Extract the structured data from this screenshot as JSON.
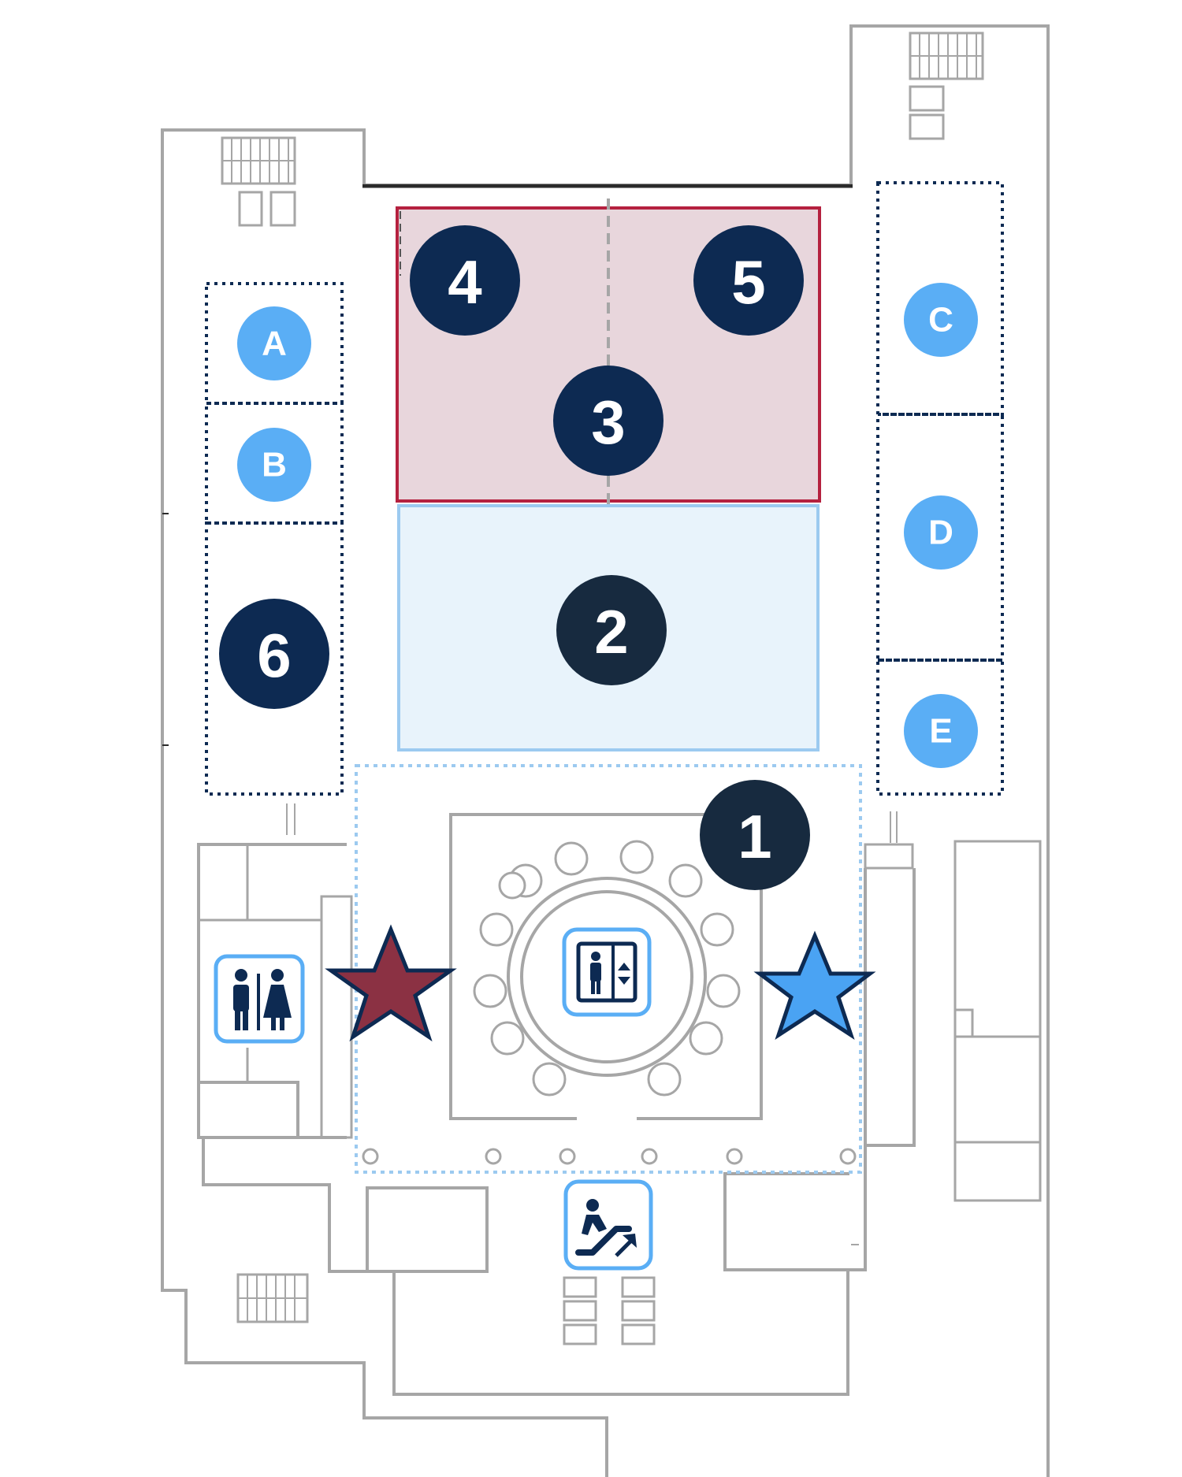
{
  "map": {
    "rooms": [
      {
        "id": "1",
        "label": "1",
        "color": "#172a3f"
      },
      {
        "id": "2",
        "label": "2",
        "color": "#172a3f"
      },
      {
        "id": "3",
        "label": "3",
        "color": "#0d2a52"
      },
      {
        "id": "4",
        "label": "4",
        "color": "#0d2a52"
      },
      {
        "id": "5",
        "label": "5",
        "color": "#0d2a52"
      },
      {
        "id": "6",
        "label": "6",
        "color": "#0d2a52"
      }
    ],
    "booths": [
      {
        "id": "A",
        "label": "A"
      },
      {
        "id": "B",
        "label": "B"
      },
      {
        "id": "C",
        "label": "C"
      },
      {
        "id": "D",
        "label": "D"
      },
      {
        "id": "E",
        "label": "E"
      }
    ],
    "icons": {
      "restroom": "restroom-icon",
      "elevator": "elevator-icon",
      "escalator": "escalator-icon",
      "star_red": "red-star-icon",
      "star_blue": "blue-star-icon"
    },
    "colors": {
      "room_3_fill": "#e8d6dc",
      "room_3_border": "#b5213f",
      "room_2_fill": "#e8f3fb",
      "room_2_border": "#9ccaf0",
      "booth_circle": "#5aaef5",
      "icon_border": "#5aaef5",
      "icon_glyph": "#0d2a52",
      "star_red": "#8b3143",
      "star_blue": "#4aa3f3",
      "wall": "#a6a6a6"
    }
  }
}
